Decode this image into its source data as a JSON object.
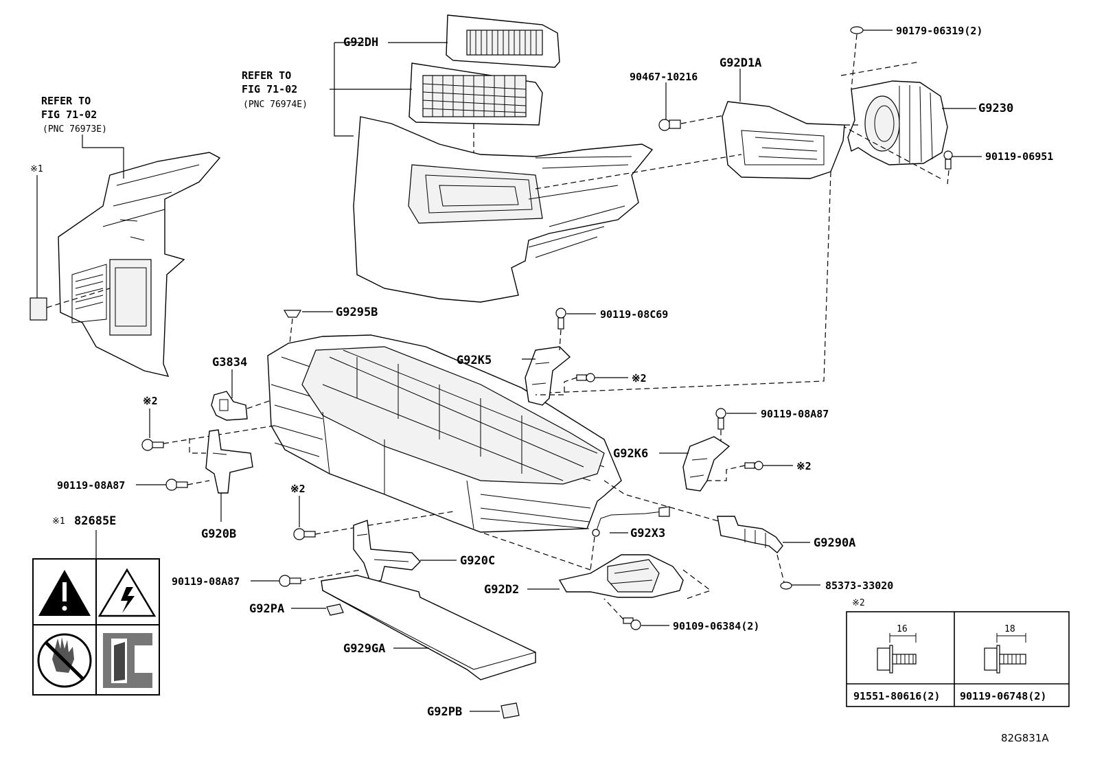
{
  "diagram_id": "82G831A",
  "references": [
    {
      "line1": "REFER TO",
      "line2": "FIG 71-02",
      "line3": "(PNC 76973E)"
    },
    {
      "line1": "REFER TO",
      "line2": "FIG 71-02",
      "line3": "(PNC 76974E)"
    }
  ],
  "parts": {
    "g92dh": "G92DH",
    "g92d1a": "G92D1A",
    "p90467": "90467-10216",
    "p90179": "90179-06319(2)",
    "g9230": "G9230",
    "p90119_06951": "90119-06951",
    "g9295b": "G9295B",
    "p90119_08c69": "90119-08C69",
    "g92k5": "G92K5",
    "note2_k5": "※2",
    "g3834": "G3834",
    "note2_left": "※2",
    "p90119_08a87_right": "90119-08A87",
    "g92k6": "G92K6",
    "note2_k6": "※2",
    "p90119_08a87_left": "90119-08A87",
    "g920b": "G920B",
    "note2_mid": "※2",
    "g92x3": "G92X3",
    "g9290a": "G9290A",
    "note1_label": "※1",
    "p82685e": "82685E",
    "note1_small": "※1",
    "p90119_08a87_bottom": "90119-08A87",
    "g920c": "G920C",
    "g92d2": "G92D2",
    "p85373": "85373-33020",
    "g92pa": "G92PA",
    "p90109": "90109-06384(2)",
    "g929ga": "G929GA",
    "g92pb": "G92PB"
  },
  "bolt_table": {
    "title": "※2",
    "columns": [
      {
        "dimension": "16",
        "part_no": "91551-80616(2)"
      },
      {
        "dimension": "18",
        "part_no": "90119-06748(2)"
      }
    ]
  },
  "warning_label": {
    "cells": [
      "warning-triangle",
      "high-voltage",
      "no-touch",
      "battery-symbol"
    ]
  }
}
